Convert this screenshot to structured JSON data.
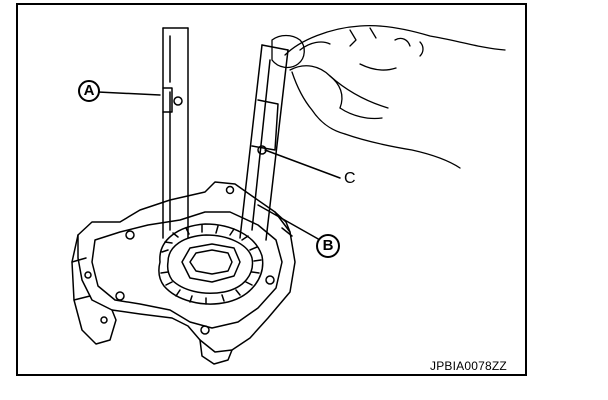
{
  "callouts": {
    "a": "A",
    "b": "B",
    "c": "C"
  },
  "figure_code": "JPBIA0078ZZ",
  "colors": {
    "line": "#000000",
    "background": "#ffffff"
  }
}
